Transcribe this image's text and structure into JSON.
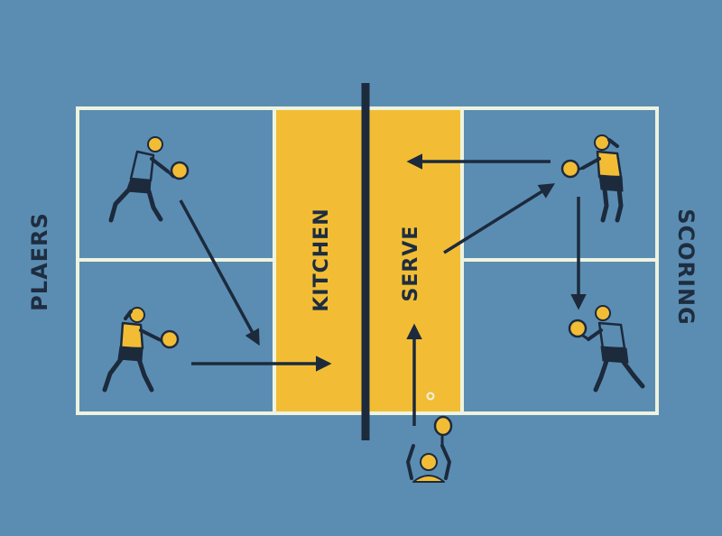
{
  "labels": {
    "left": "PLAERS",
    "right": "SCORING",
    "kitchen": "KITCHEN",
    "serve": "SERVE"
  },
  "colors": {
    "background": "#5b8db3",
    "court_lines": "#eef3df",
    "kitchen_zone": "#f2bd35",
    "net": "#1c2a3c",
    "arrows": "#1c2a3c",
    "player_skin": "#f2bd35",
    "player_shirt_blue": "#5b8db3",
    "player_shirt_yellow": "#f2bd35",
    "player_shorts": "#1c2a3c"
  },
  "icons": [
    "player-icon",
    "paddle-icon",
    "ball-icon",
    "arrow-icon",
    "net-icon"
  ]
}
